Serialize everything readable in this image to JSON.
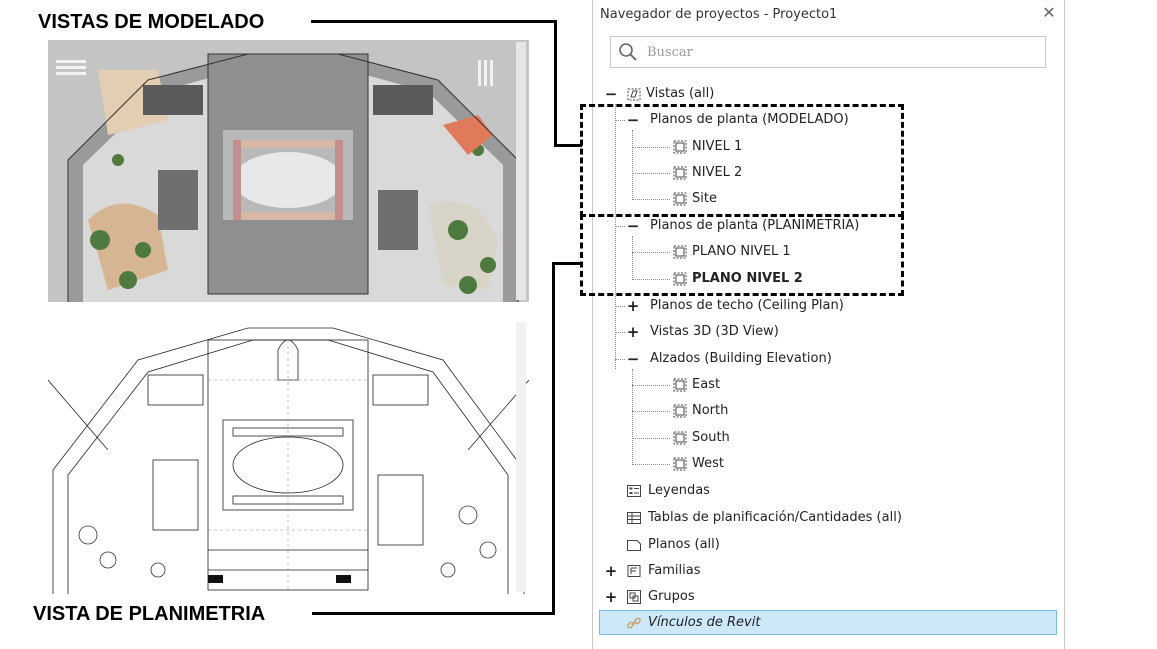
{
  "annotations": {
    "top_label": "VISTAS DE MODELADO",
    "bottom_label": "VISTA DE PLANIMETRIA"
  },
  "panel": {
    "title": "Navegador de proyectos - Proyecto1",
    "close_glyph": "✕",
    "search": {
      "placeholder": "Buscar",
      "value": ""
    },
    "tree": {
      "vistas": "Vistas (all)",
      "planos_modelado": "Planos de planta (MODELADO)",
      "nivel1": "NIVEL 1",
      "nivel2": "NIVEL 2",
      "site": "Site",
      "planos_planimetria": "Planos de planta (PLANIMETRIA)",
      "plano_nivel1": "PLANO NIVEL 1",
      "plano_nivel2": "PLANO NIVEL 2",
      "planos_techo": "Planos de techo (Ceiling Plan)",
      "vistas3d": "Vistas 3D (3D View)",
      "alzados": "Alzados (Building Elevation)",
      "east": "East",
      "north": "North",
      "south": "South",
      "west": "West",
      "leyendas": "Leyendas",
      "tablas": "Tablas de planificación/Cantidades (all)",
      "planos": "Planos (all)",
      "familias": "Familias",
      "grupos": "Grupos",
      "vinculos": "Vínculos de Revit"
    },
    "toggles": {
      "expanded": "−",
      "collapsed": "+"
    }
  },
  "colors": {
    "selection_fill": "#cde8f8",
    "selection_border": "#7ab9df",
    "link_icon": "#c8a060"
  },
  "icons": {
    "search": "search-icon",
    "view": "view-icon",
    "legend": "legend-icon",
    "schedule": "schedule-icon",
    "sheet": "sheet-icon",
    "family": "family-icon",
    "group": "group-icon",
    "link": "link-icon"
  }
}
